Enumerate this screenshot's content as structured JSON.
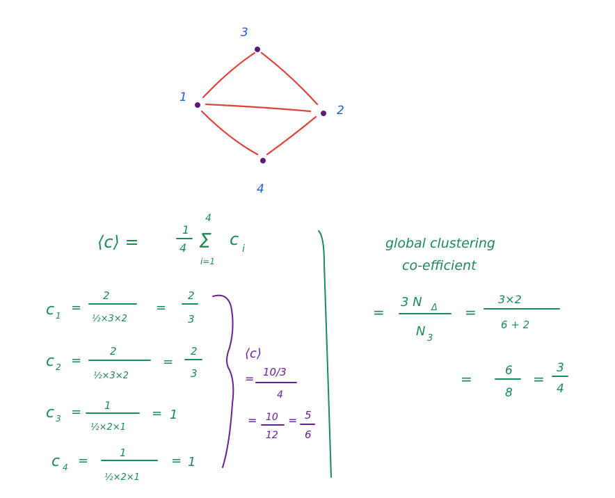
{
  "graph": {
    "nodes": [
      {
        "id": "1",
        "label": "1"
      },
      {
        "id": "2",
        "label": "2"
      },
      {
        "id": "3",
        "label": "3"
      },
      {
        "id": "4",
        "label": "4"
      }
    ],
    "edges": [
      [
        "1",
        "3"
      ],
      [
        "3",
        "2"
      ],
      [
        "1",
        "2"
      ],
      [
        "1",
        "4"
      ],
      [
        "4",
        "2"
      ]
    ]
  },
  "avg": {
    "lhs": "⟨c⟩ =",
    "frac_num": "1",
    "frac_den": "4",
    "sum_upper": "4",
    "sum_symbol": "Σ",
    "sum_lower": "i=1",
    "term": "c",
    "term_sub": "i"
  },
  "local": [
    {
      "name": "c",
      "sub": "1",
      "eq": "=",
      "num": "2",
      "den": "½×3×2",
      "eq2": "=",
      "res_num": "2",
      "res_den": "3"
    },
    {
      "name": "c",
      "sub": "2",
      "eq": "=",
      "num": "2",
      "den": "½×3×2",
      "eq2": "=",
      "res_num": "2",
      "res_den": "3"
    },
    {
      "name": "c",
      "sub": "3",
      "eq": "=",
      "num": "1",
      "den": "½×2×1",
      "eq2": "=",
      "res": "1"
    },
    {
      "name": "c",
      "sub": "4",
      "eq": "=",
      "num": "1",
      "den": "½×2×1",
      "eq2": "=",
      "res": "1"
    }
  ],
  "average_result": {
    "label": "⟨c⟩",
    "eq1": "=",
    "num1": "10/3",
    "den1": "4",
    "eq2": "=",
    "num2": "10",
    "den2": "12",
    "eq3": "=",
    "num3": "5",
    "den3": "6"
  },
  "global": {
    "title_line1": "global clustering",
    "title_line2": "co-efficient",
    "eq1": "=",
    "num1": "3 N",
    "num1_sub": "Δ",
    "den1": "N",
    "den1_sub": "3",
    "eq2": "=",
    "num2": "3×2",
    "den2": "6 + 2",
    "eq3": "=",
    "num3": "6",
    "den3": "8",
    "eq4": "=",
    "num4": "3",
    "den4": "4"
  },
  "colors": {
    "node_label": "#1f5fd6",
    "edge": "#e0403a",
    "node": "#5a1a7a",
    "green_ink": "#1a8a55",
    "purple_ink": "#6a1d9c"
  }
}
